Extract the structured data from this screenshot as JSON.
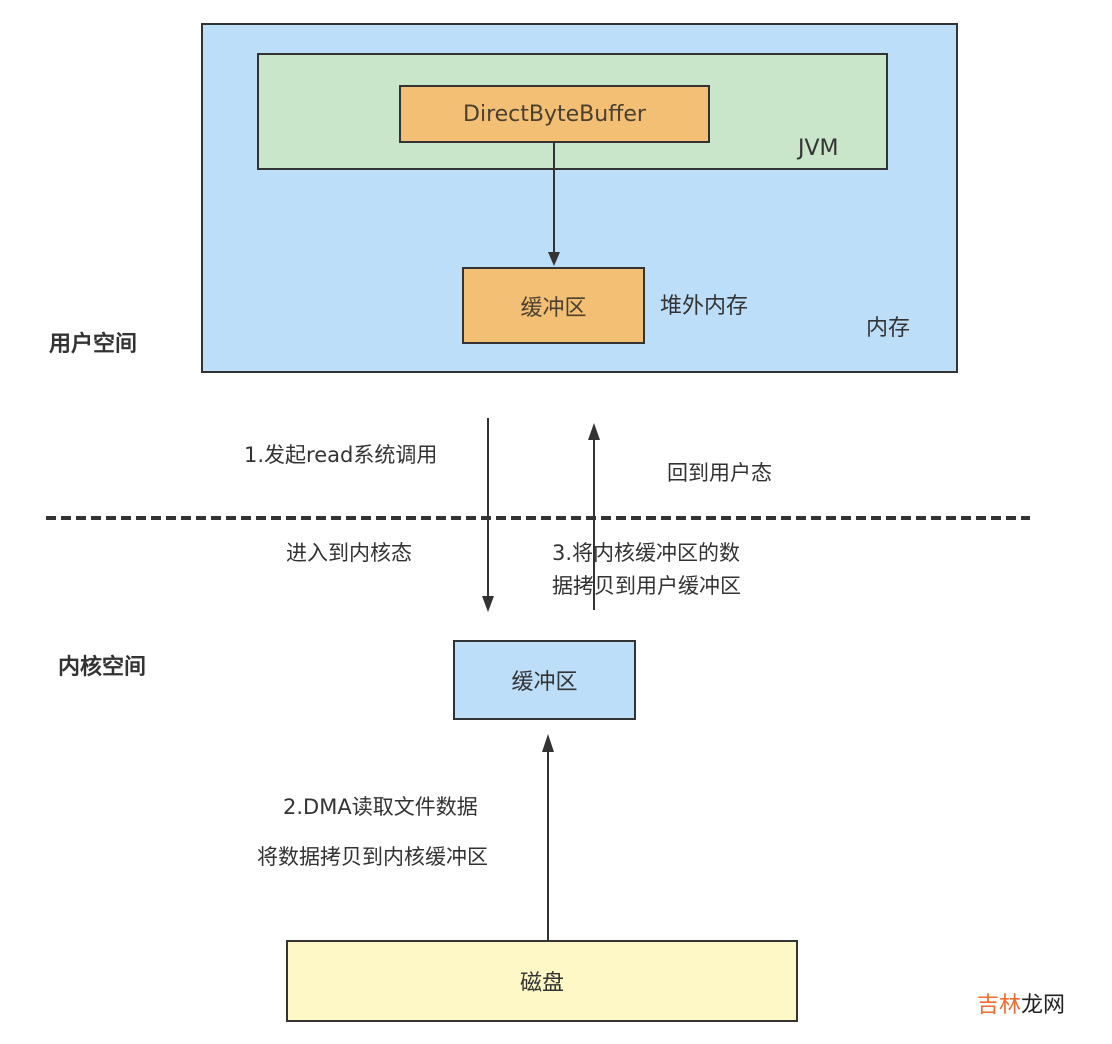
{
  "colors": {
    "memory_fill": "#bddef8",
    "jvm_fill": "#c9e6cb",
    "buffer_fill": "#f2bf74",
    "kernel_buffer_fill": "#bddef8",
    "disk_fill": "#fef8c7",
    "stroke": "#333333",
    "watermark_accent": "#f26a2e"
  },
  "regions": {
    "user_space": "用户空间",
    "kernel_space": "内核空间"
  },
  "memory_box": {
    "label": "内存",
    "jvm": {
      "label": "JVM",
      "direct_byte_buffer": "DirectByteBuffer"
    },
    "offheap_buffer": {
      "label": "缓冲区",
      "caption": "堆外内存"
    }
  },
  "kernel_buffer": {
    "label": "缓冲区"
  },
  "disk": {
    "label": "磁盘"
  },
  "annotations": {
    "step1": "1.发起read系统调用",
    "enter_kernel": "进入到内核态",
    "return_user": "回到用户态",
    "step3_line1": "3.将内核缓冲区的数",
    "step3_line2": "据拷贝到用户缓冲区",
    "step2_line1": "2.DMA读取文件数据",
    "step2_line2": "将数据拷贝到内核缓冲区"
  },
  "watermark": {
    "accent_part": "吉林",
    "plain_part": "龙网"
  }
}
